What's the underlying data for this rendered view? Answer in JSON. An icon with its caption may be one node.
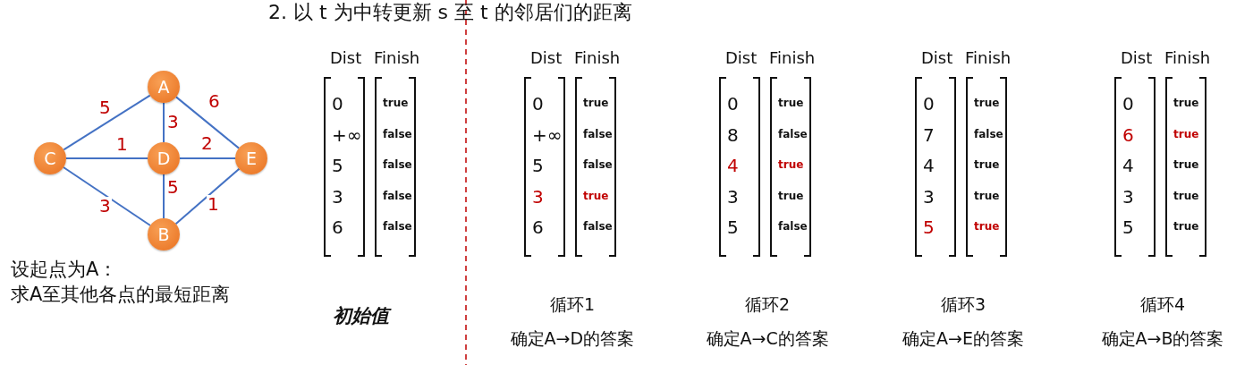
{
  "diagram": {
    "nodes": [
      {
        "text": [
          "A"
        ]
      },
      {
        "text": [
          "C"
        ]
      },
      {
        "text": [
          "D"
        ]
      },
      {
        "text": [
          "E"
        ]
      },
      {
        "text": [
          "B"
        ]
      }
    ],
    "edges": [
      {
        "from": 0,
        "to": 1,
        "arrow": "none",
        "label": "5"
      },
      {
        "from": 0,
        "to": 2,
        "arrow": "none",
        "label": "3"
      },
      {
        "from": 0,
        "to": 3,
        "arrow": "none",
        "label": "6"
      },
      {
        "from": 1,
        "to": 2,
        "arrow": "none",
        "label": "1"
      },
      {
        "from": 2,
        "to": 3,
        "arrow": "none",
        "label": "2"
      },
      {
        "from": 1,
        "to": 4,
        "arrow": "none",
        "label": "3"
      },
      {
        "from": 2,
        "to": 4,
        "arrow": "none",
        "label": "5"
      },
      {
        "from": 4,
        "to": 3,
        "arrow": "none",
        "label": "1"
      }
    ],
    "labels": [
      "2.  以 t 为中转更新 s 至 t 的邻居们的距离",
      "设起点为A：",
      "求A至其他各点的最短距离",
      "Dist",
      "Finish",
      "0",
      "+∞",
      "5",
      "3",
      "6",
      "true",
      "false",
      "false",
      "false",
      "false",
      "初始值",
      "Dist",
      "Finish",
      "0",
      "+∞",
      "5",
      "3",
      "6",
      "true",
      "false",
      "false",
      "true",
      "false",
      "循环1",
      "确定A→D的答案",
      "Dist",
      "Finish",
      "0",
      "8",
      "4",
      "3",
      "5",
      "true",
      "false",
      "true",
      "true",
      "false",
      "循环2",
      "确定A→C的答案",
      "Dist",
      "Finish",
      "0",
      "7",
      "4",
      "3",
      "5",
      "true",
      "false",
      "true",
      "true",
      "true",
      "循环3",
      "确定A→E的答案",
      "Dist",
      "Finish",
      "0",
      "6",
      "4",
      "3",
      "5",
      "true",
      "true",
      "true",
      "true",
      "true",
      "循环4",
      "确定A→B的答案"
    ]
  }
}
